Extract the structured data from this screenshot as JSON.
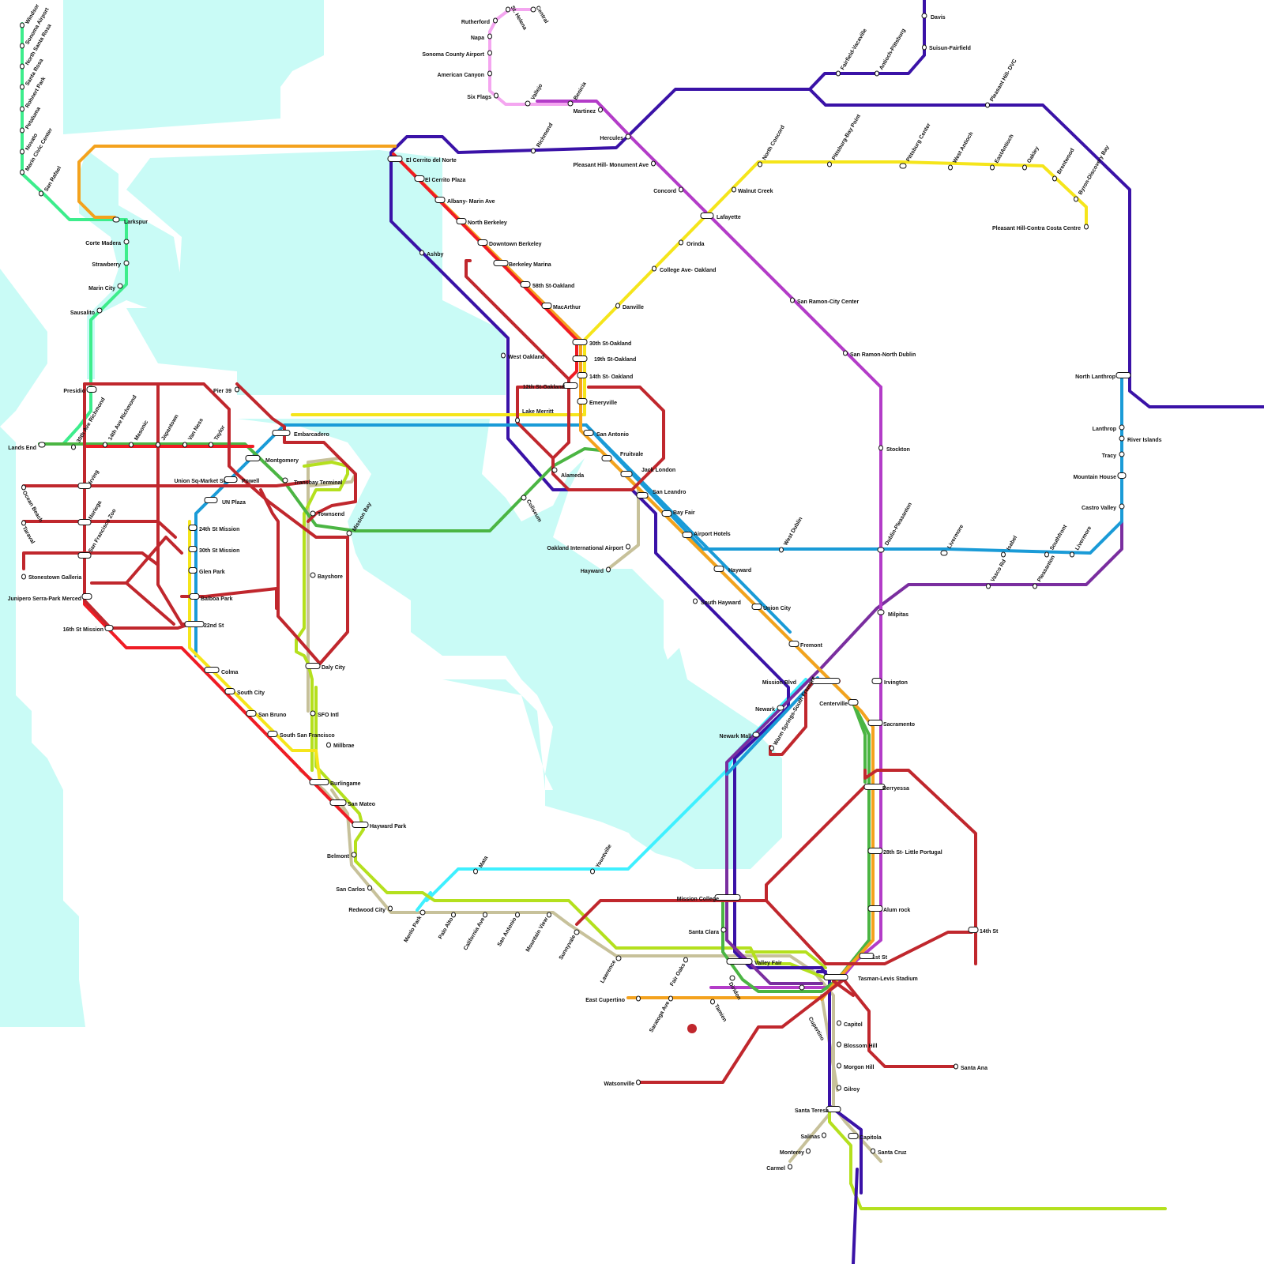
{
  "map": {
    "colors": {
      "water": "#c9fbf6",
      "red": "#c0272d",
      "orange": "#f4a21d",
      "yellow": "#f5e51b",
      "green": "#4bb543",
      "blue": "#1a9bd7",
      "navy": "#3a12a7",
      "magenta": "#b33cc8",
      "pink": "#f4a6f0",
      "mint": "#3ded8c",
      "lime": "#b4e01e",
      "tan": "#c7c19a",
      "cyan": "#3ff0ff",
      "purple": "#7a2e9f",
      "brightred": "#ef1c24"
    },
    "lines": [
      {
        "id": "red-line",
        "color": "red"
      },
      {
        "id": "orange-line",
        "color": "orange"
      },
      {
        "id": "yellow-line",
        "color": "yellow"
      },
      {
        "id": "green-line",
        "color": "green"
      },
      {
        "id": "blue-line",
        "color": "blue"
      },
      {
        "id": "navy-line",
        "color": "navy"
      },
      {
        "id": "magenta-line",
        "color": "magenta"
      },
      {
        "id": "pink-line",
        "color": "pink"
      },
      {
        "id": "mint-line",
        "color": "mint"
      },
      {
        "id": "lime-line",
        "color": "lime"
      },
      {
        "id": "tan-line",
        "color": "tan"
      },
      {
        "id": "cyan-line",
        "color": "cyan"
      },
      {
        "id": "purple-line",
        "color": "purple"
      }
    ],
    "stations": [
      {
        "name": "Windsor"
      },
      {
        "name": "Sonoma Airport"
      },
      {
        "name": "North Santa Rosa"
      },
      {
        "name": "Santa Rosa"
      },
      {
        "name": "Rohnert Park"
      },
      {
        "name": "Petaluma"
      },
      {
        "name": "Novato"
      },
      {
        "name": "Marin Civic Center"
      },
      {
        "name": "San Rafael"
      },
      {
        "name": "Larkspur"
      },
      {
        "name": "Corte Madera"
      },
      {
        "name": "Strawberry"
      },
      {
        "name": "Marin City"
      },
      {
        "name": "Sausalito"
      },
      {
        "name": "Presidio"
      },
      {
        "name": "Lands End"
      },
      {
        "name": "30th Ave Richmond"
      },
      {
        "name": "14th Ave Richmond"
      },
      {
        "name": "Masonic"
      },
      {
        "name": "Japantown"
      },
      {
        "name": "Van Ness"
      },
      {
        "name": "Taylor"
      },
      {
        "name": "Pier 39"
      },
      {
        "name": "Embarcadero"
      },
      {
        "name": "Montgomery"
      },
      {
        "name": "Union Sq-Market St"
      },
      {
        "name": "Powell"
      },
      {
        "name": "UN Plaza"
      },
      {
        "name": "Transbay Terminal"
      },
      {
        "name": "Townsend"
      },
      {
        "name": "Mission Bay"
      },
      {
        "name": "Irving"
      },
      {
        "name": "Ocean Beach"
      },
      {
        "name": "Noriega"
      },
      {
        "name": "Taraval"
      },
      {
        "name": "San Francisco Zoo"
      },
      {
        "name": "Stonestown Galleria"
      },
      {
        "name": "Junipero Serra-Park Merced"
      },
      {
        "name": "16th St Mission"
      },
      {
        "name": "24th St Mission"
      },
      {
        "name": "30th St Mission"
      },
      {
        "name": "Glen Park"
      },
      {
        "name": "Balboa Park"
      },
      {
        "name": "22nd St"
      },
      {
        "name": "Bayshore"
      },
      {
        "name": "Daly City"
      },
      {
        "name": "Colma"
      },
      {
        "name": "South City"
      },
      {
        "name": "San Bruno"
      },
      {
        "name": "South San Francisco"
      },
      {
        "name": "SFO Intl"
      },
      {
        "name": "Millbrae"
      },
      {
        "name": "Burlingame"
      },
      {
        "name": "San Mateo"
      },
      {
        "name": "Hayward Park"
      },
      {
        "name": "Belmont"
      },
      {
        "name": "San Carlos"
      },
      {
        "name": "Redwood City"
      },
      {
        "name": "Menlo Park"
      },
      {
        "name": "Palo Alto"
      },
      {
        "name": "California Ave"
      },
      {
        "name": "San Antonio"
      },
      {
        "name": "Mountain View"
      },
      {
        "name": "Sunnyvale"
      },
      {
        "name": "Lawrence"
      },
      {
        "name": "Fair Oaks"
      },
      {
        "name": "Mata"
      },
      {
        "name": "Yountville"
      },
      {
        "name": "Rutherford"
      },
      {
        "name": "St. Helena"
      },
      {
        "name": "Central"
      },
      {
        "name": "Napa"
      },
      {
        "name": "Sonoma County Airport"
      },
      {
        "name": "American Canyon"
      },
      {
        "name": "Six Flags"
      },
      {
        "name": "Vallejo"
      },
      {
        "name": "Benicia"
      },
      {
        "name": "Martinez"
      },
      {
        "name": "Hercules"
      },
      {
        "name": "Richmond"
      },
      {
        "name": "El Cerrito del Norte"
      },
      {
        "name": "El Cerrito Plaza"
      },
      {
        "name": "Albany- Marin Ave"
      },
      {
        "name": "North Berkeley"
      },
      {
        "name": "Downtown Berkeley"
      },
      {
        "name": "Berkeley Marina"
      },
      {
        "name": "Ashby"
      },
      {
        "name": "58th St-Oakland"
      },
      {
        "name": "MacArthur"
      },
      {
        "name": "30th St-Oakland"
      },
      {
        "name": "19th St-Oakland"
      },
      {
        "name": "14th St- Oakland"
      },
      {
        "name": "12th St-Oakland"
      },
      {
        "name": "Emeryville"
      },
      {
        "name": "West Oakland"
      },
      {
        "name": "Lake Merritt"
      },
      {
        "name": "San Antonio"
      },
      {
        "name": "Fruitvale"
      },
      {
        "name": "Jack London"
      },
      {
        "name": "Alameda"
      },
      {
        "name": "Coliseum"
      },
      {
        "name": "San Leandro"
      },
      {
        "name": "Bay Fair"
      },
      {
        "name": "Airport Hotels"
      },
      {
        "name": "Oakland International Airport"
      },
      {
        "name": "Hayward"
      },
      {
        "name": "Hayward"
      },
      {
        "name": "South Hayward"
      },
      {
        "name": "Union City"
      },
      {
        "name": "Fremont"
      },
      {
        "name": "Mission Blvd"
      },
      {
        "name": "Irvington"
      },
      {
        "name": "Centerville"
      },
      {
        "name": "Newark"
      },
      {
        "name": "Newark Mall"
      },
      {
        "name": "Warm Springs-South Fremont"
      },
      {
        "name": "Sacramento"
      },
      {
        "name": "Davis"
      },
      {
        "name": "Suisun-Fairfield"
      },
      {
        "name": "Fairfield-Vacaville"
      },
      {
        "name": "Antioch-Pittsburg"
      },
      {
        "name": "Pleasant Hill- DVC"
      },
      {
        "name": "Pleasant Hill- Monument Ave"
      },
      {
        "name": "Concord"
      },
      {
        "name": "North Concord"
      },
      {
        "name": "Pittsburg-Bay Point"
      },
      {
        "name": "Pittsburg Center"
      },
      {
        "name": "West Antioch"
      },
      {
        "name": "EastAntioch"
      },
      {
        "name": "Oakley"
      },
      {
        "name": "Brentwood"
      },
      {
        "name": "Byron-Discovery Bay"
      },
      {
        "name": "Pleasant Hill-Contra Costa Centre"
      },
      {
        "name": "Walnut Creek"
      },
      {
        "name": "Lafayette"
      },
      {
        "name": "Orinda"
      },
      {
        "name": "College Ave- Oakland"
      },
      {
        "name": "Danville"
      },
      {
        "name": "San Ramon-City Center"
      },
      {
        "name": "San Ramon-North Dublin"
      },
      {
        "name": "Stockton"
      },
      {
        "name": "North Lanthrop"
      },
      {
        "name": "Lanthrop"
      },
      {
        "name": "River Islands"
      },
      {
        "name": "Tracy"
      },
      {
        "name": "Mountain House"
      },
      {
        "name": "Castro Valley"
      },
      {
        "name": "West Dublin"
      },
      {
        "name": "Dublin-Pleasanton"
      },
      {
        "name": "Livermore"
      },
      {
        "name": "Isabel"
      },
      {
        "name": "Southfront"
      },
      {
        "name": "Livermore"
      },
      {
        "name": "Vasco Rd"
      },
      {
        "name": "Pleasanton"
      },
      {
        "name": "Milpitas"
      },
      {
        "name": "Berryessa"
      },
      {
        "name": "28th St- Little Portugal"
      },
      {
        "name": "Alum rock"
      },
      {
        "name": "14th St"
      },
      {
        "name": "1st St"
      },
      {
        "name": "Tasman-Levis Stadium"
      },
      {
        "name": "Mission College"
      },
      {
        "name": "Santa Clara"
      },
      {
        "name": "Valley Fair"
      },
      {
        "name": "Diridon"
      },
      {
        "name": "Cupertino"
      },
      {
        "name": "East Cupertino"
      },
      {
        "name": "Saratoga Ave"
      },
      {
        "name": "Tamien"
      },
      {
        "name": "Capitol"
      },
      {
        "name": "Blossom Hill"
      },
      {
        "name": "Morgon Hill"
      },
      {
        "name": "Gilroy"
      },
      {
        "name": "Santa Teresa"
      },
      {
        "name": "Santa Ana"
      },
      {
        "name": "Watsonville"
      },
      {
        "name": "Salinas"
      },
      {
        "name": "Capitola"
      },
      {
        "name": "Monterey"
      },
      {
        "name": "Santa Cruz"
      },
      {
        "name": "Carmel"
      }
    ]
  }
}
